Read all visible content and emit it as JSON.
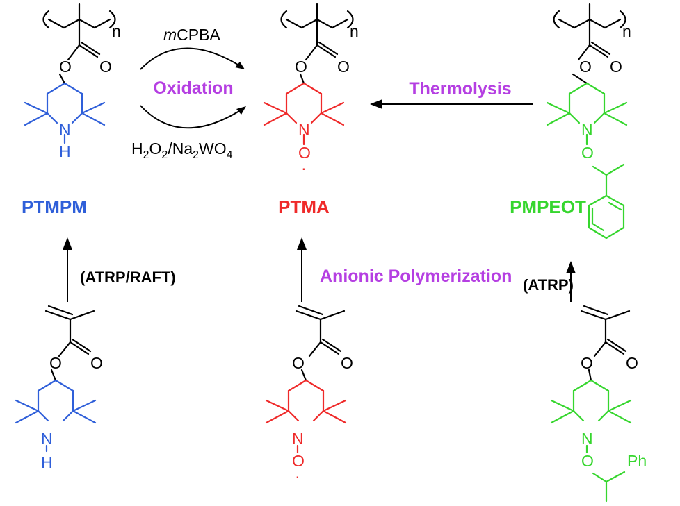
{
  "colors": {
    "blue": "#2f5fd9",
    "red": "#ef2a2a",
    "green": "#36d62e",
    "purple": "#b53fe2",
    "black": "#000000"
  },
  "compounds": {
    "ptmpm": {
      "name": "PTMPM"
    },
    "ptma": {
      "name": "PTMA"
    },
    "pmpeot": {
      "name": "PMPEOT"
    }
  },
  "conditions": {
    "mcpba_italic": "m",
    "mcpba_rest": "CPBA",
    "oxidation": "Oxidation",
    "h2o2_a": "H",
    "h2o2_b": "2",
    "h2o2_c": "O",
    "h2o2_d": "2",
    "h2o2_e": "/Na",
    "h2o2_f": "2",
    "h2o2_g": "WO",
    "h2o2_h": "4",
    "thermolysis": "Thermolysis",
    "atrp_raft": "(ATRP/RAFT)",
    "anionic": "Anionic Polymerization",
    "atrp": "(ATRP)"
  },
  "atoms": {
    "O": "O",
    "N": "N",
    "H": "H",
    "n": "n",
    "Ph": "Ph",
    "radical_dot": "·"
  }
}
